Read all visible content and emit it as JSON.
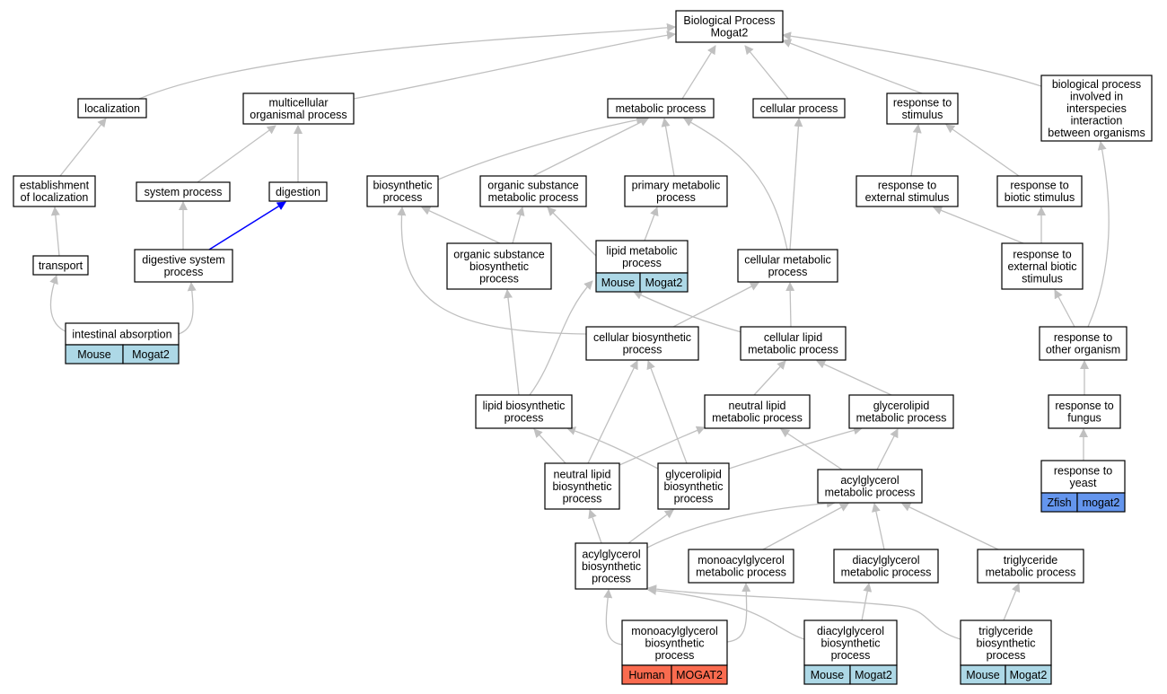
{
  "colors": {
    "edge": "#c0c0c0",
    "highlight_edge": "#0000ff",
    "annotation_mouse": "#add8e6",
    "annotation_zfish": "#6495ed",
    "annotation_human": "#fa6b4f"
  },
  "nodes": {
    "bp": {
      "lines": [
        "Biological Process",
        "Mogat2"
      ]
    },
    "localization": {
      "lines": [
        "localization"
      ]
    },
    "multicellular": {
      "lines": [
        "multicellular",
        "organismal process"
      ]
    },
    "metabolic": {
      "lines": [
        "metabolic process"
      ]
    },
    "cellular": {
      "lines": [
        "cellular process"
      ]
    },
    "resp_stim": {
      "lines": [
        "response to",
        "stimulus"
      ]
    },
    "interspecies": {
      "lines": [
        "biological process",
        "involved in",
        "interspecies",
        "interaction",
        "between organisms"
      ]
    },
    "establishment": {
      "lines": [
        "establishment",
        "of localization"
      ]
    },
    "system_process": {
      "lines": [
        "system process"
      ]
    },
    "digestion": {
      "lines": [
        "digestion"
      ]
    },
    "biosynthetic": {
      "lines": [
        "biosynthetic",
        "process"
      ]
    },
    "org_sub_met": {
      "lines": [
        "organic substance",
        "metabolic process"
      ]
    },
    "primary_met": {
      "lines": [
        "primary metabolic",
        "process"
      ]
    },
    "resp_ext": {
      "lines": [
        "response to",
        "external stimulus"
      ]
    },
    "resp_biotic": {
      "lines": [
        "response to",
        "biotic stimulus"
      ]
    },
    "transport": {
      "lines": [
        "transport"
      ]
    },
    "digestive": {
      "lines": [
        "digestive system",
        "process"
      ]
    },
    "org_sub_bio": {
      "lines": [
        "organic substance",
        "biosynthetic",
        "process"
      ]
    },
    "lipid_met": {
      "lines": [
        "lipid metabolic",
        "process"
      ],
      "annotation": [
        "Mouse",
        "Mogat2"
      ],
      "ann_color": "annotation_mouse"
    },
    "cell_met": {
      "lines": [
        "cellular metabolic",
        "process"
      ]
    },
    "resp_ext_biotic": {
      "lines": [
        "response to",
        "external biotic",
        "stimulus"
      ]
    },
    "intestinal": {
      "lines": [
        "intestinal absorption"
      ],
      "annotation": [
        "Mouse",
        "Mogat2"
      ],
      "ann_color": "annotation_mouse"
    },
    "cell_bio": {
      "lines": [
        "cellular biosynthetic",
        "process"
      ]
    },
    "cell_lipid_met": {
      "lines": [
        "cellular lipid",
        "metabolic process"
      ]
    },
    "resp_other": {
      "lines": [
        "response to",
        "other organism"
      ]
    },
    "lipid_bio": {
      "lines": [
        "lipid biosynthetic",
        "process"
      ]
    },
    "neutral_lipid_met": {
      "lines": [
        "neutral lipid",
        "metabolic process"
      ]
    },
    "glycerolipid_met": {
      "lines": [
        "glycerolipid",
        "metabolic process"
      ]
    },
    "resp_fungus": {
      "lines": [
        "response to",
        "fungus"
      ]
    },
    "neutral_lipid_bio": {
      "lines": [
        "neutral lipid",
        "biosynthetic",
        "process"
      ]
    },
    "glycerolipid_bio": {
      "lines": [
        "glycerolipid",
        "biosynthetic",
        "process"
      ]
    },
    "acylglycerol_met": {
      "lines": [
        "acylglycerol",
        "metabolic process"
      ]
    },
    "resp_yeast": {
      "lines": [
        "response to",
        "yeast"
      ],
      "annotation": [
        "Zfish",
        "mogat2"
      ],
      "ann_color": "annotation_zfish"
    },
    "acylglycerol_bio": {
      "lines": [
        "acylglycerol",
        "biosynthetic",
        "process"
      ]
    },
    "monoacyl_met": {
      "lines": [
        "monoacylglycerol",
        "metabolic process"
      ]
    },
    "diacyl_met": {
      "lines": [
        "diacylglycerol",
        "metabolic process"
      ]
    },
    "triglyceride_met": {
      "lines": [
        "triglyceride",
        "metabolic process"
      ]
    },
    "monoacyl_bio": {
      "lines": [
        "monoacylglycerol",
        "biosynthetic",
        "process"
      ],
      "annotation": [
        "Human",
        "MOGAT2"
      ],
      "ann_color": "annotation_human"
    },
    "diacyl_bio": {
      "lines": [
        "diacylglycerol",
        "biosynthetic",
        "process"
      ],
      "annotation": [
        "Mouse",
        "Mogat2"
      ],
      "ann_color": "annotation_mouse"
    },
    "triglyceride_bio": {
      "lines": [
        "triglyceride",
        "biosynthetic",
        "process"
      ],
      "annotation": [
        "Mouse",
        "Mogat2"
      ],
      "ann_color": "annotation_mouse"
    }
  }
}
